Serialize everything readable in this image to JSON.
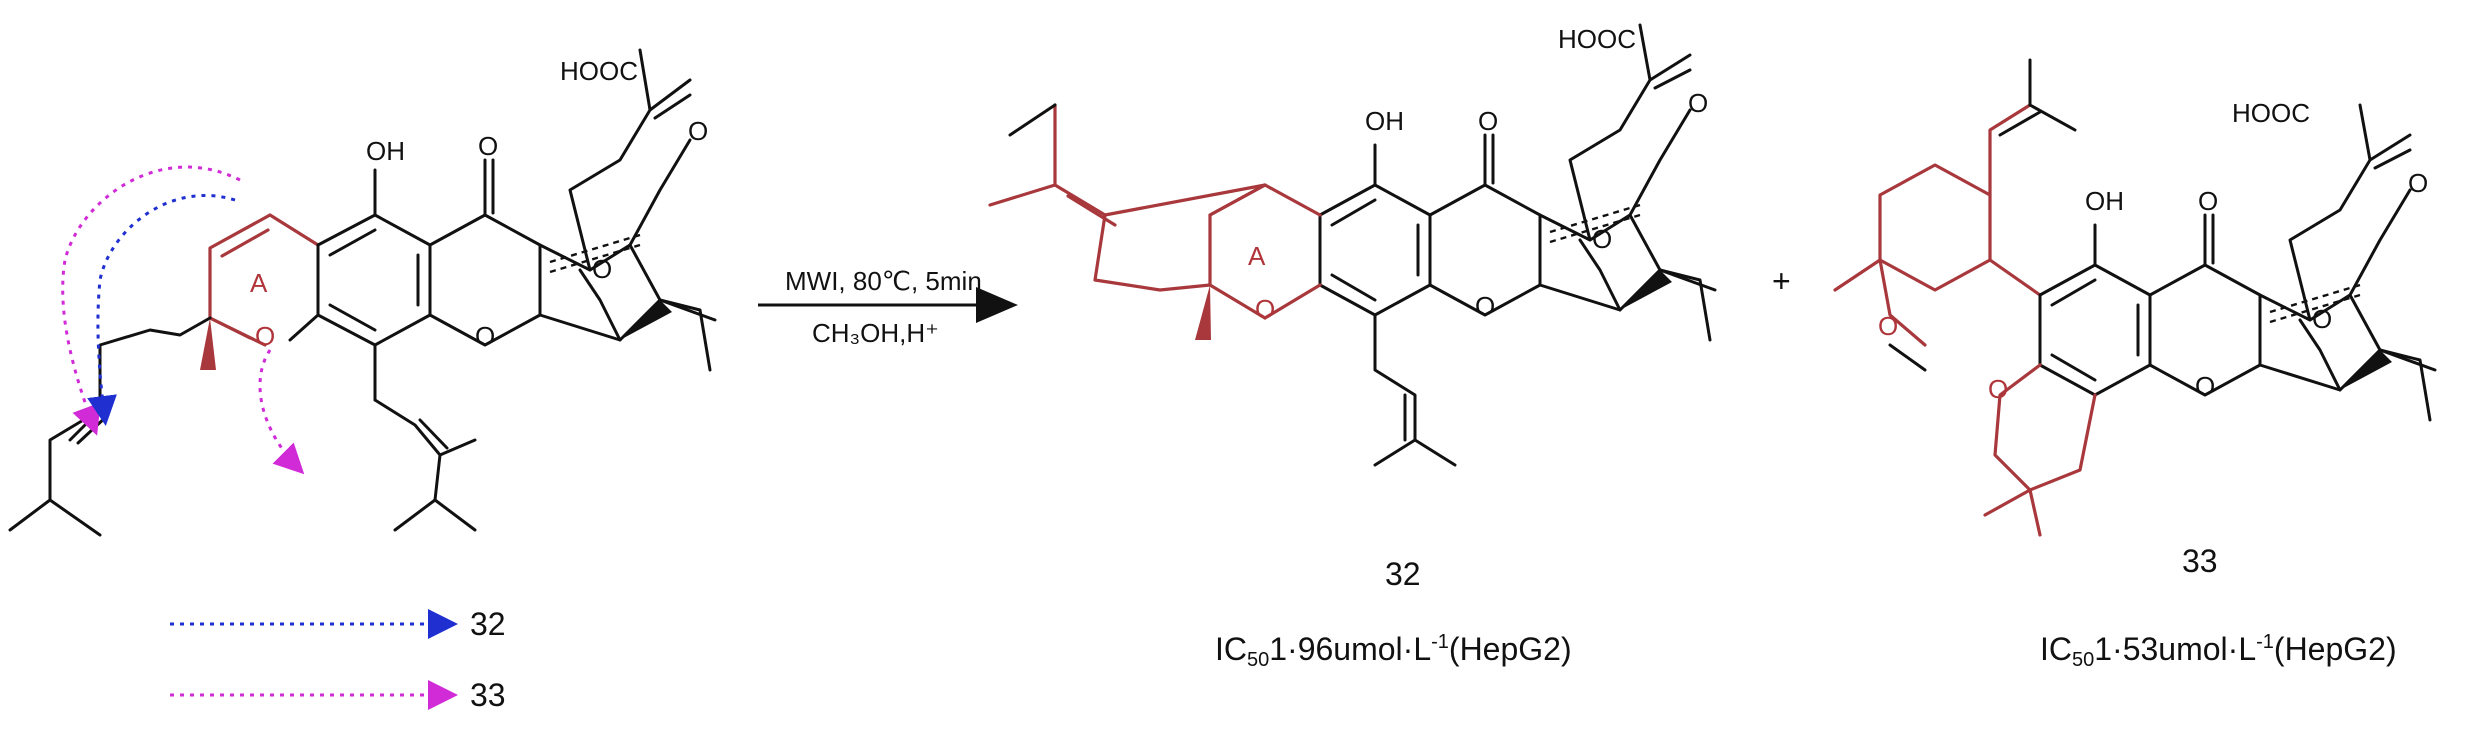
{
  "reaction": {
    "conditions_top": "MWI, 80℃, 5min",
    "conditions_bottom": "CH₃OH,H⁺",
    "plus_sign": "+"
  },
  "starting_material": {
    "ring_label": "A",
    "atoms": {
      "oh": "OH",
      "o_ketone": "O",
      "o_ring": "O",
      "o_pyran": "O",
      "o_bridge": "O",
      "o_bridge_ketone": "O",
      "cooh": "HOOC"
    }
  },
  "legend": [
    {
      "label": "32",
      "color": "#1f2fd0"
    },
    {
      "label": "33",
      "color": "#d12bd8"
    }
  ],
  "product_32": {
    "compound_number": "32",
    "ring_label": "A",
    "atoms": {
      "oh": "OH",
      "o_ketone": "O",
      "o_ring": "O",
      "o_pyran": "O",
      "o_bridge": "O",
      "o_bridge_ketone": "O",
      "cooh": "HOOC"
    },
    "ic50_prefix": "IC",
    "ic50_sub": "50",
    "ic50_value": "1·96umol·L",
    "ic50_sup": "-1",
    "ic50_cell": "(HepG2)"
  },
  "product_33": {
    "compound_number": "33",
    "atoms": {
      "oh": "OH",
      "o_ketone": "O",
      "o_ring": "O",
      "o_pyran": "O",
      "o_methoxy": "O",
      "o_bridge": "O",
      "o_bridge_ketone": "O",
      "cooh": "HOOC"
    },
    "ic50_prefix": "IC",
    "ic50_sub": "50",
    "ic50_value": "1·53umol·L",
    "ic50_sup": "-1",
    "ic50_cell": "(HepG2)"
  },
  "colors": {
    "bond": "#111111",
    "highlight": "#a8383c",
    "arrow_blue": "#1f2fd0",
    "arrow_magenta": "#d12bd8"
  }
}
